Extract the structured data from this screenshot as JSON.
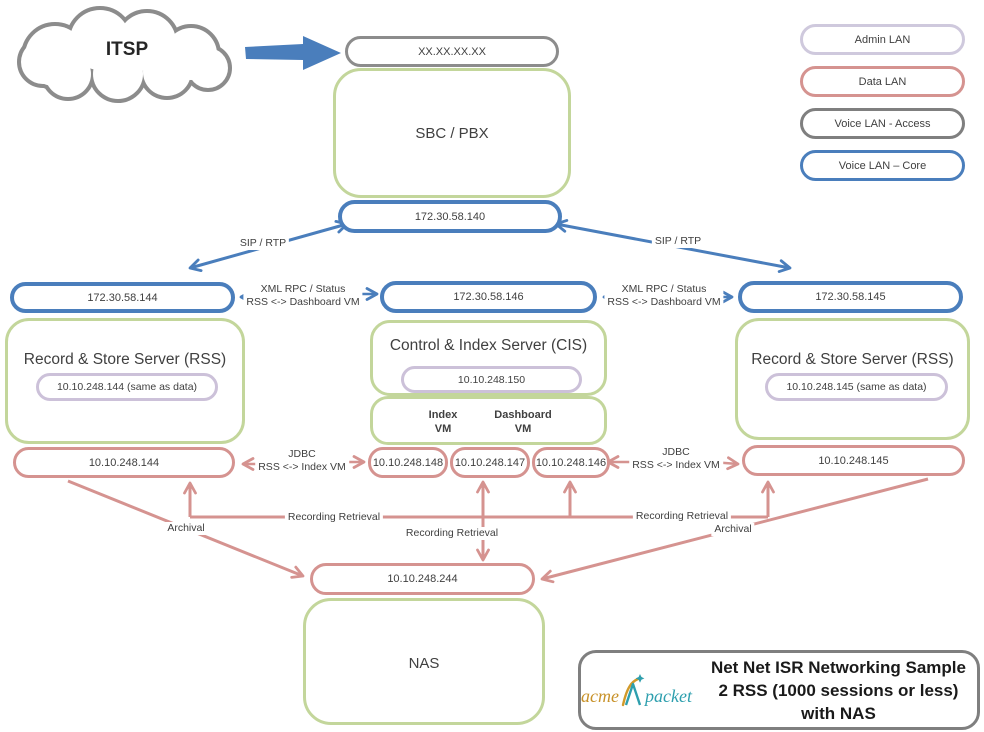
{
  "cloud": {
    "label": "ITSP"
  },
  "nodes": {
    "wan_ip": "XX.XX.XX.XX",
    "sbc": "SBC / PBX",
    "voice_core_ip": "172.30.58.140",
    "voice_left_ip": "172.30.58.144",
    "voice_mid_ip": "172.30.58.146",
    "voice_right_ip": "172.30.58.145",
    "rss_left_title": "Record & Store Server (RSS)",
    "rss_left_admin_ip": "10.10.248.144 (same as data)",
    "cis_title": "Control & Index Server (CIS)",
    "cis_admin_ip": "10.10.248.150",
    "index_vm_line1": "Index",
    "index_vm_line2": "VM",
    "dashboard_vm_line1": "Dashboard",
    "dashboard_vm_line2": "VM",
    "rss_right_title": "Record & Store Server (RSS)",
    "rss_right_admin_ip": "10.10.248.145 (same as data)",
    "data_left_ip": "10.10.248.144",
    "data_cis1_ip": "10.10.248.148",
    "data_cis2_ip": "10.10.248.147",
    "data_cis3_ip": "10.10.248.146",
    "data_right_ip": "10.10.248.145",
    "nas_ip": "10.10.248.244",
    "nas": "NAS"
  },
  "legend": {
    "items": [
      {
        "label": "Admin LAN",
        "color": "#cfc9dd"
      },
      {
        "label": "Data LAN",
        "color": "#d59390"
      },
      {
        "label": "Voice LAN - Access",
        "color": "#7f7f7f"
      },
      {
        "label": "Voice LAN – Core",
        "color": "#4a7ebc"
      }
    ]
  },
  "edge_labels": {
    "sip_rtp": "SIP / RTP",
    "xml_rpc_line1": "XML RPC / Status",
    "xml_rpc_line2": "RSS <-> Dashboard VM",
    "jdbc_line1": "JDBC",
    "jdbc_line2": "RSS <-> Index VM",
    "recording_retrieval": "Recording Retrieval",
    "archival": "Archival"
  },
  "title_box": {
    "logo_acme": "acme",
    "logo_packet": "packet",
    "line1": "Net Net ISR Networking Sample",
    "line2": "2 RSS (1000 sessions or less) with NAS"
  },
  "colors": {
    "voice_core_blue": "#4a7ebc",
    "data_lan_red": "#d59390",
    "admin_lan_purple": "#ccc1d9",
    "server_green": "#c3d69b",
    "access_gray": "#7f7f7f"
  }
}
